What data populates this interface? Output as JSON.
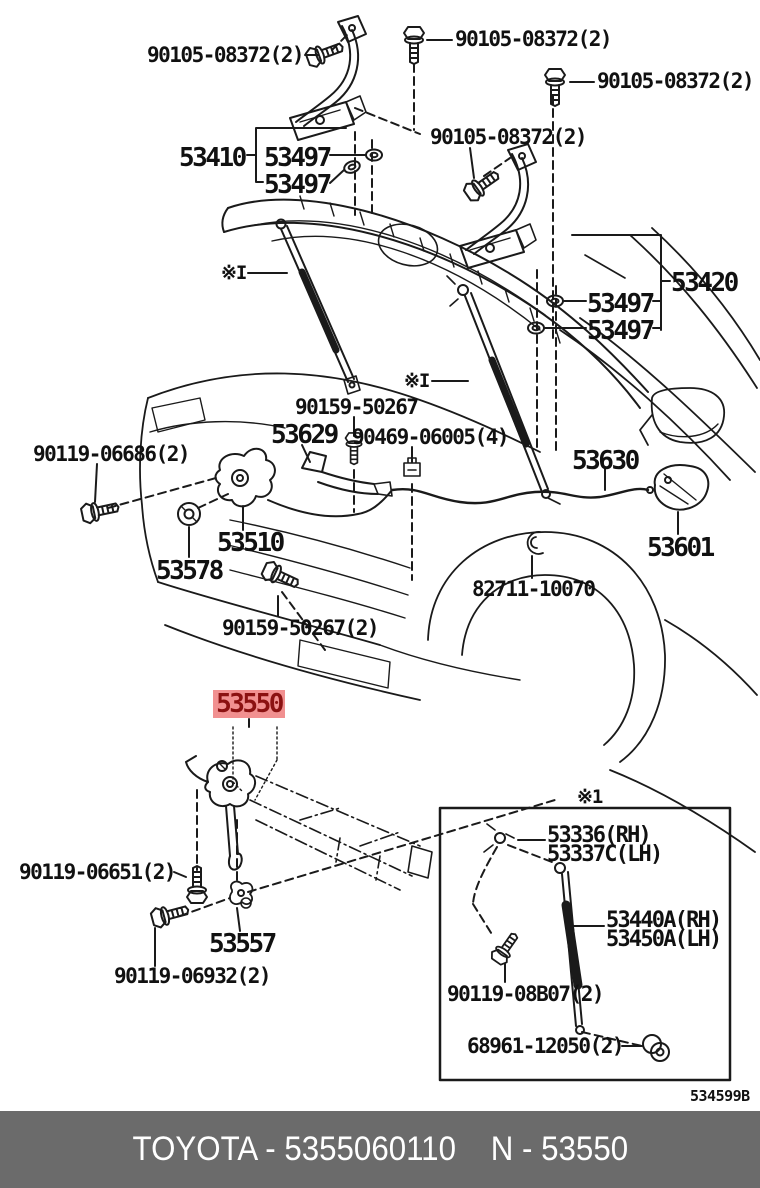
{
  "diagram": {
    "footer_text": "TOYOTA - 5355060110    N - 53550",
    "drawing_code": "534599B",
    "highlighted_part": "53550",
    "colors": {
      "line": "#1a1a1a",
      "highlight_bg": "#f19090",
      "highlight_text": "#8b1111",
      "footer_bg": "#6b6b6b",
      "footer_text": "#ffffff"
    }
  },
  "labels": {
    "bolt_hinge_tl": "90105-08372(2)",
    "bolt_hinge_tc": "90105-08372(2)",
    "bolt_hinge_tr": "90105-08372(2)",
    "bolt_hinge_mid": "90105-08372(2)",
    "hinge_left": "53410",
    "hinge_left_pad_a": "53497",
    "hinge_left_pad_b": "53497",
    "hinge_right": "53420",
    "hinge_right_pad_a": "53497",
    "hinge_right_pad_b": "53497",
    "stay_ref_left": "※I",
    "stay_ref_right": "※I",
    "lock_screw": "90159-50267",
    "lock_support": "53629",
    "clip_retainer": "90469-06005(4)",
    "release_cable": "53630",
    "screw_front_left": "90119-06686(2)",
    "hood_lock": "53510",
    "grommet_lock": "53578",
    "release_lever": "53601",
    "cable_clamp": "82711-10070",
    "screw_bumper": "90159-50267(2)",
    "support_rod": "53550",
    "screw_rod_upper": "90119-06651(2)",
    "rod_holder": "53557",
    "screw_rod_lower": "90119-06932(2)",
    "inset_ref": "※1",
    "stay_bracket_rh": "53336(RH)",
    "stay_bracket_lh": "53337C(LH)",
    "stay_rh": "53440A(RH)",
    "stay_lh": "53450A(LH)",
    "stay_bolt": "90119-08B07(2)",
    "stay_grommet": "68961-12050(2)"
  }
}
